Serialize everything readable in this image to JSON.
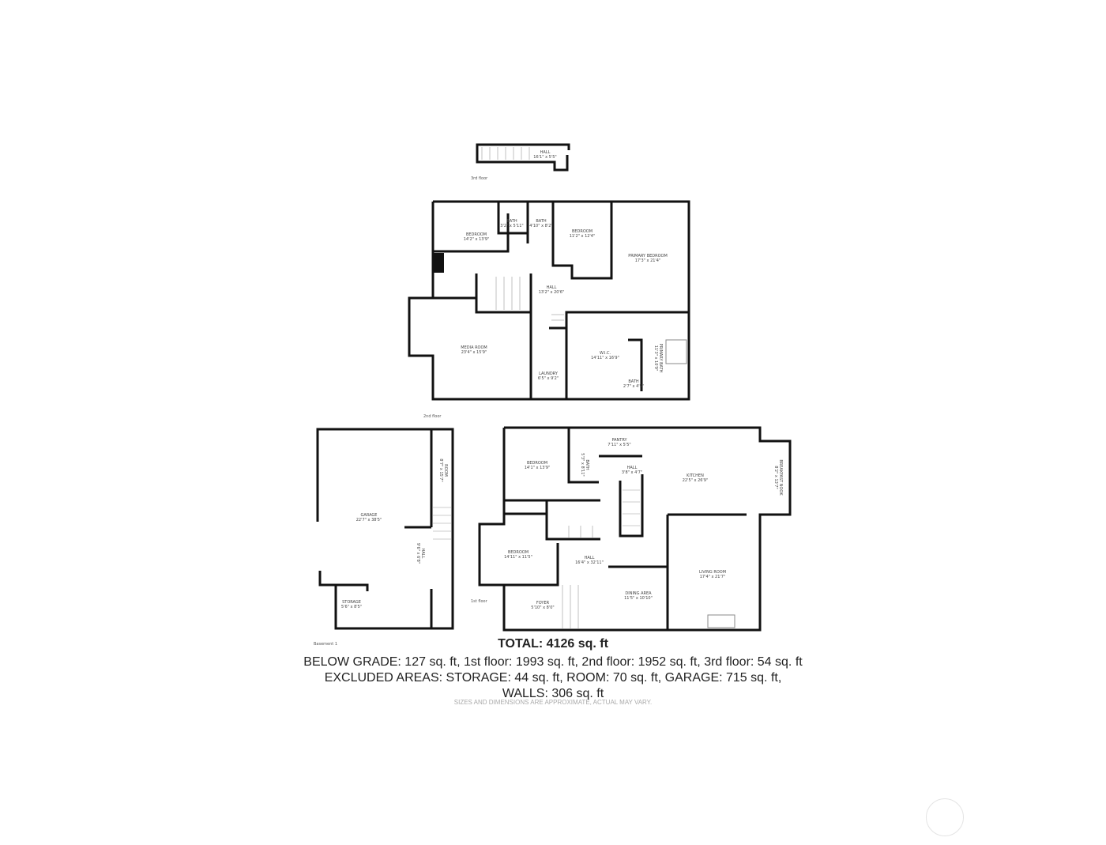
{
  "floors": {
    "third": {
      "label": "3rd floor",
      "rooms": [
        {
          "name": "HALL",
          "dims": "16'1\" x 5'5\""
        }
      ]
    },
    "second": {
      "label": "2nd floor",
      "rooms": [
        {
          "name": "BEDROOM",
          "dims": "14'2\" x 13'9\""
        },
        {
          "name": "BATH",
          "dims": "3'2\" x 5'11\""
        },
        {
          "name": "BATH",
          "dims": "4'10\" x 8'2\""
        },
        {
          "name": "BEDROOM",
          "dims": "11'2\" x 12'4\""
        },
        {
          "name": "PRIMARY BEDROOM",
          "dims": "17'3\" x 21'4\""
        },
        {
          "name": "HALL",
          "dims": "13'2\" x 20'6\""
        },
        {
          "name": "MEDIA ROOM",
          "dims": "23'4\" x 15'9\""
        },
        {
          "name": "W.I.C.",
          "dims": "14'11\" x 16'9\""
        },
        {
          "name": "PRIMARY BATH",
          "dims": "11'3\" x 10'9\""
        },
        {
          "name": "LAUNDRY",
          "dims": "6'5\" x 9'2\""
        },
        {
          "name": "BATH",
          "dims": "2'7\" x 4'5\""
        }
      ]
    },
    "basement": {
      "label": "Basement 1",
      "rooms": [
        {
          "name": "GARAGE",
          "dims": "22'7\" x 38'5\""
        },
        {
          "name": "ROOM",
          "dims": "8'7\" x 15'7\""
        },
        {
          "name": "HALL",
          "dims": "9'6\" x 6'8\""
        },
        {
          "name": "STORAGE",
          "dims": "5'6\" x 8'5\""
        }
      ]
    },
    "first": {
      "label": "1st floor",
      "rooms": [
        {
          "name": "BEDROOM",
          "dims": "14'1\" x 13'9\""
        },
        {
          "name": "BATH",
          "dims": "5'3\" x 8'11\""
        },
        {
          "name": "PANTRY",
          "dims": "7'11\" x 5'5\""
        },
        {
          "name": "HALL",
          "dims": "3'8\" x 4'7\""
        },
        {
          "name": "KITCHEN",
          "dims": "22'5\" x 26'9\""
        },
        {
          "name": "BREAKFAST NOOK",
          "dims": "8'2\" x 13'7\""
        },
        {
          "name": "BEDROOM",
          "dims": "14'11\" x 11'5\""
        },
        {
          "name": "HALL",
          "dims": "16'4\" x 32'11\""
        },
        {
          "name": "LIVING ROOM",
          "dims": "17'4\" x 21'7\""
        },
        {
          "name": "DINING AREA",
          "dims": "11'5\" x 10'10\""
        },
        {
          "name": "FOYER",
          "dims": "5'10\" x 8'0\""
        }
      ]
    }
  },
  "summary": {
    "total": "TOTAL: 4126 sq. ft",
    "line1": "BELOW GRADE: 127 sq. ft, 1st floor: 1993 sq. ft, 2nd floor: 1952 sq. ft, 3rd floor: 54 sq. ft",
    "line2": "EXCLUDED AREAS: STORAGE: 44 sq. ft, ROOM: 70 sq. ft, GARAGE: 715 sq. ft,",
    "line3": "WALLS: 306 sq. ft",
    "disclaimer": "SIZES AND DIMENSIONS ARE APPROXIMATE, ACTUAL MAY VARY."
  },
  "colors": {
    "wall": "#111111",
    "window": "#cccccc",
    "text": "#222222"
  }
}
